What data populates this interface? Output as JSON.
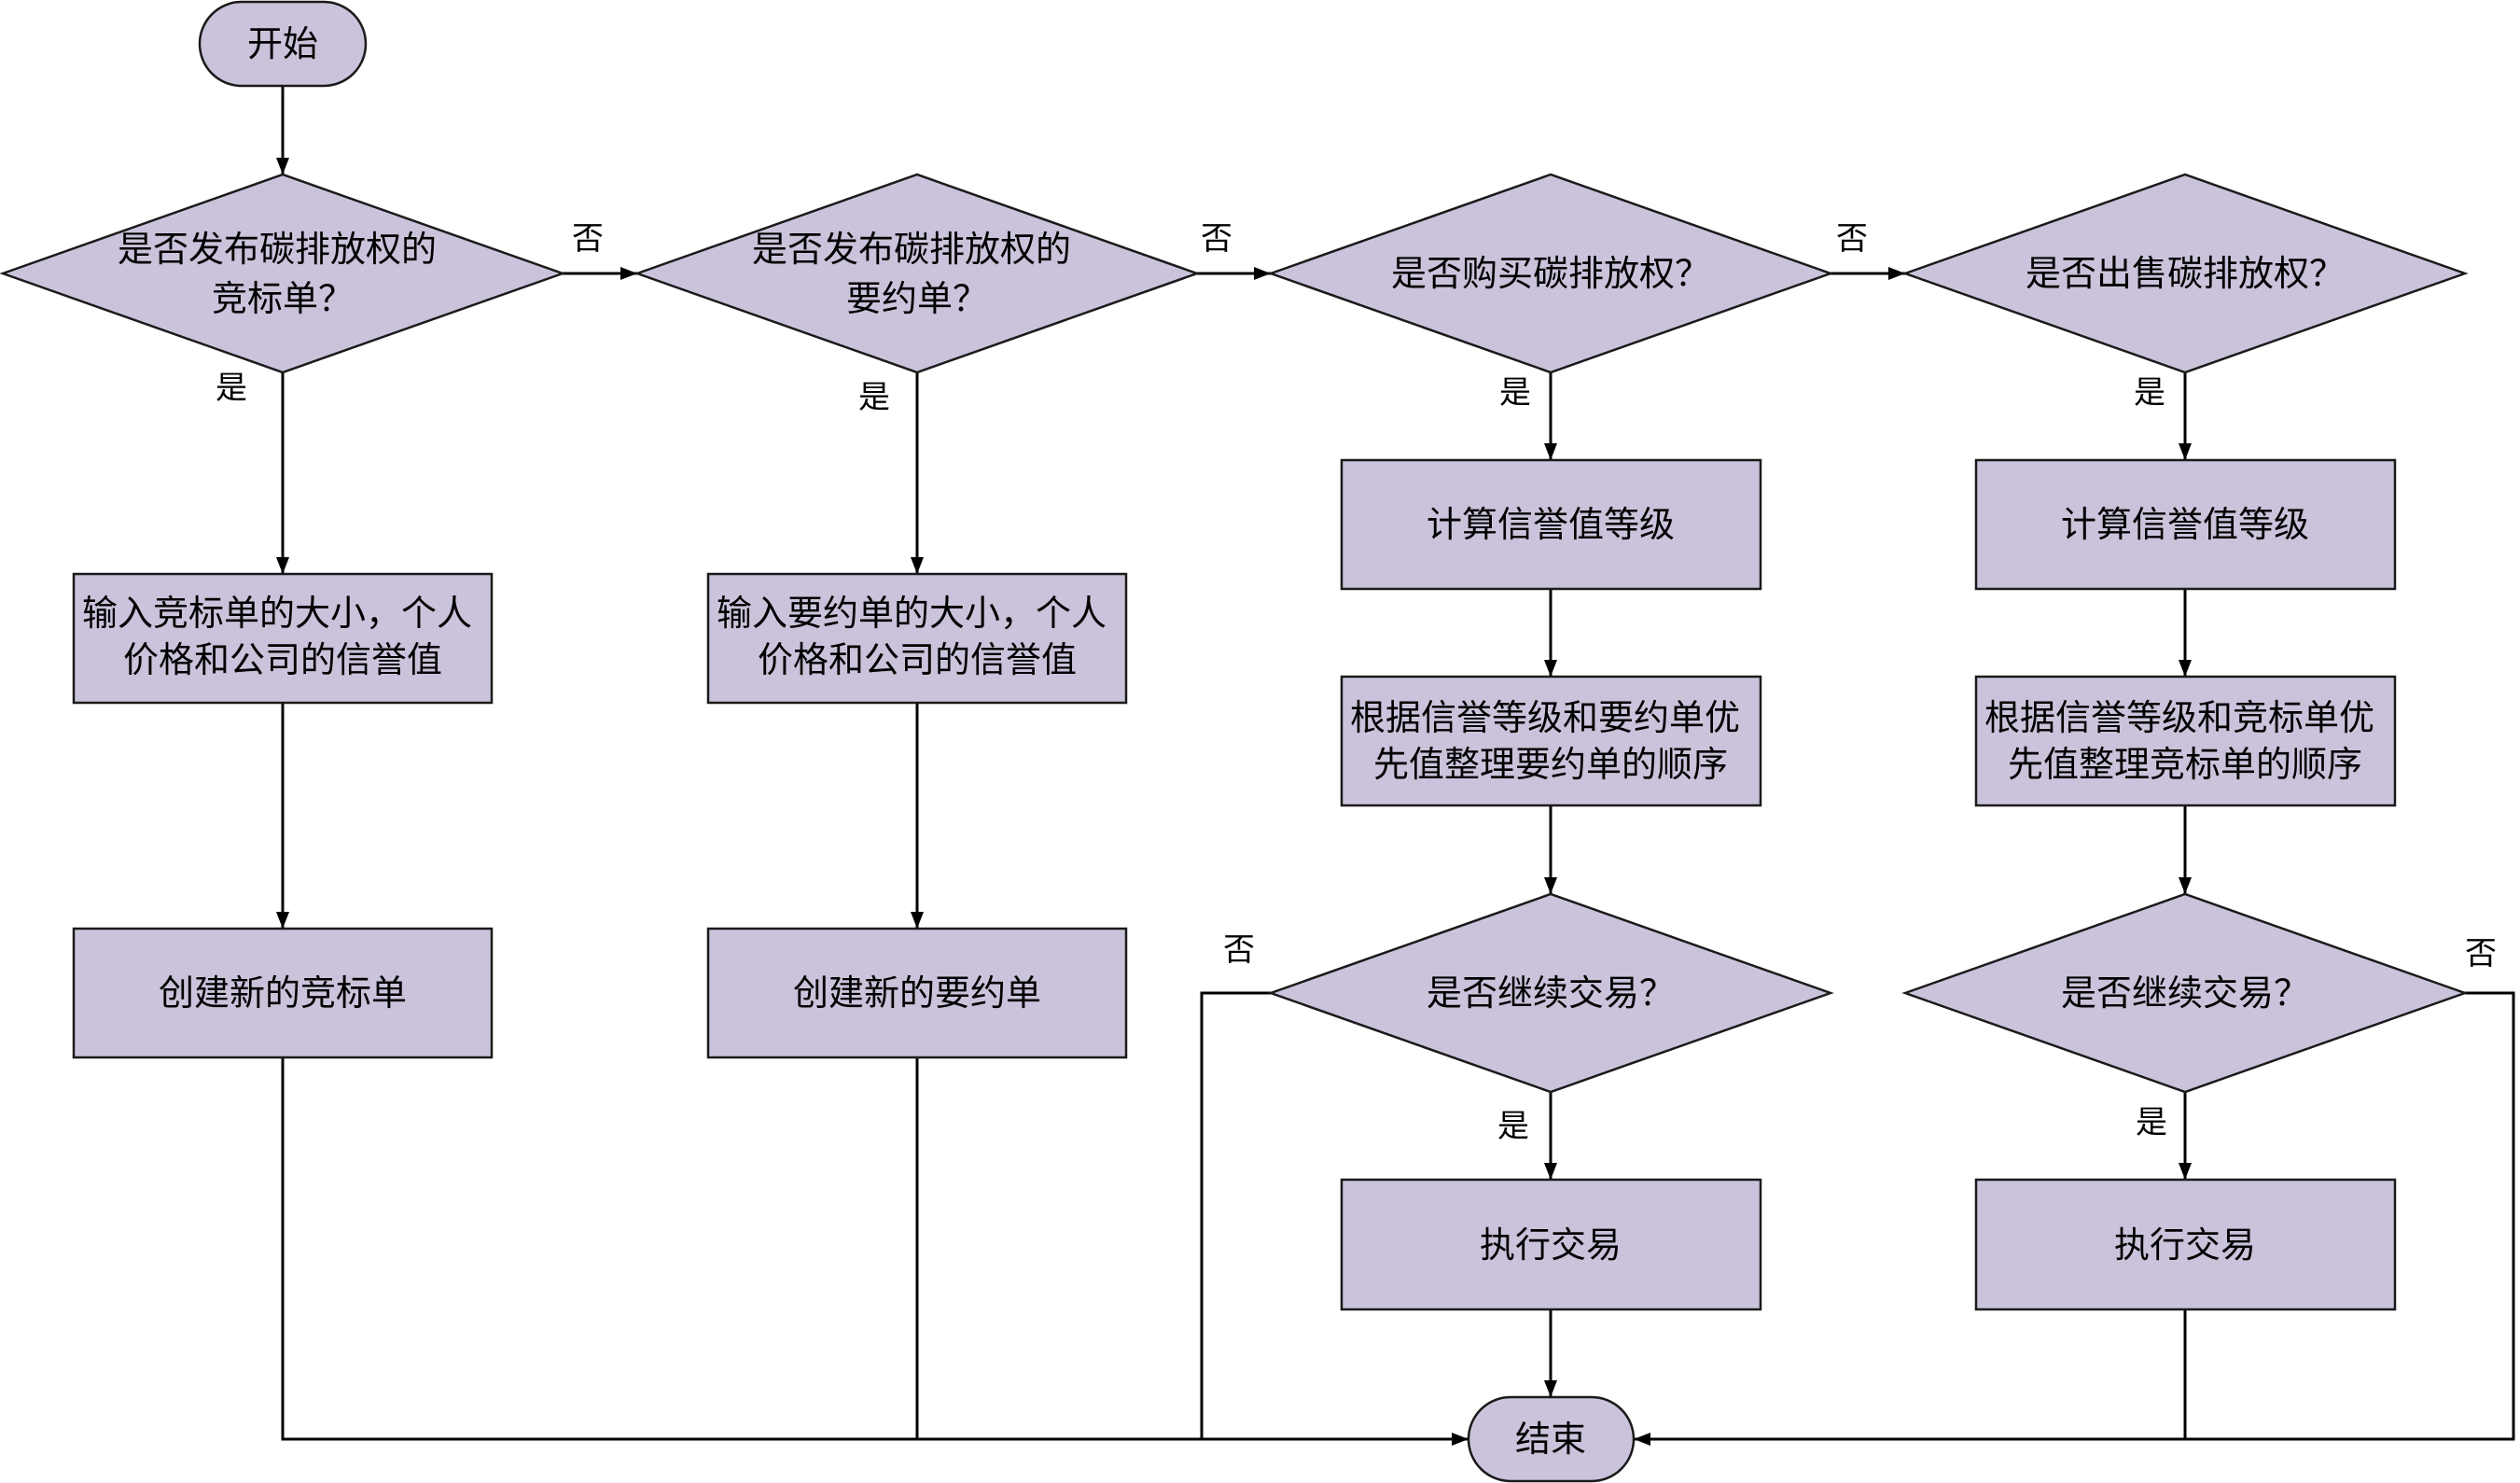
{
  "diagram": {
    "colors": {
      "node_fill": "#CBC3DB",
      "line": "#000000",
      "background": "#FFFFFF"
    },
    "nodes": {
      "start": {
        "type": "terminal",
        "label": "开始"
      },
      "q_publish_bid": {
        "type": "decision",
        "lines": [
          "是否发布碳排放权的",
          "竞标单？"
        ]
      },
      "q_publish_offer": {
        "type": "decision",
        "lines": [
          "是否发布碳排放权的",
          "要约单？"
        ]
      },
      "q_buy": {
        "type": "decision",
        "label": "是否购买碳排放权？"
      },
      "q_sell": {
        "type": "decision",
        "label": "是否出售碳排放权？"
      },
      "input_bid": {
        "type": "process",
        "lines": [
          "输入竞标单的大小，个人",
          "价格和公司的信誉值"
        ]
      },
      "create_bid": {
        "type": "process",
        "label": "创建新的竞标单"
      },
      "input_offer": {
        "type": "process",
        "lines": [
          "输入要约单的大小，个人",
          "价格和公司的信誉值"
        ]
      },
      "create_offer": {
        "type": "process",
        "label": "创建新的要约单"
      },
      "credit_buy": {
        "type": "process",
        "label": "计算信誉值等级"
      },
      "sort_offers": {
        "type": "process",
        "lines": [
          "根据信誉等级和要约单优",
          "先值整理要约单的顺序"
        ]
      },
      "continue_buy": {
        "type": "decision",
        "label": "是否继续交易？"
      },
      "execute_buy": {
        "type": "process",
        "label": "执行交易"
      },
      "credit_sell": {
        "type": "process",
        "label": "计算信誉值等级"
      },
      "sort_bids": {
        "type": "process",
        "lines": [
          "根据信誉等级和竞标单优",
          "先值整理竞标单的顺序"
        ]
      },
      "continue_sell": {
        "type": "decision",
        "label": "是否继续交易？"
      },
      "execute_sell": {
        "type": "process",
        "label": "执行交易"
      },
      "end": {
        "type": "terminal",
        "label": "结束"
      }
    },
    "edges": [
      {
        "from": "start",
        "to": "q_publish_bid"
      },
      {
        "from": "q_publish_bid",
        "to": "q_publish_offer",
        "label": "否"
      },
      {
        "from": "q_publish_bid",
        "to": "input_bid",
        "label": "是"
      },
      {
        "from": "input_bid",
        "to": "create_bid"
      },
      {
        "from": "create_bid",
        "to": "end"
      },
      {
        "from": "q_publish_offer",
        "to": "q_buy",
        "label": "否"
      },
      {
        "from": "q_publish_offer",
        "to": "input_offer",
        "label": "是"
      },
      {
        "from": "input_offer",
        "to": "create_offer"
      },
      {
        "from": "create_offer",
        "to": "end"
      },
      {
        "from": "q_buy",
        "to": "q_sell",
        "label": "否"
      },
      {
        "from": "q_buy",
        "to": "credit_buy",
        "label": "是"
      },
      {
        "from": "credit_buy",
        "to": "sort_offers"
      },
      {
        "from": "sort_offers",
        "to": "continue_buy"
      },
      {
        "from": "continue_buy",
        "to": "execute_buy",
        "label": "是"
      },
      {
        "from": "continue_buy",
        "to": "end",
        "label": "否"
      },
      {
        "from": "execute_buy",
        "to": "end"
      },
      {
        "from": "q_sell",
        "to": "credit_sell",
        "label": "是"
      },
      {
        "from": "credit_sell",
        "to": "sort_bids"
      },
      {
        "from": "sort_bids",
        "to": "continue_sell"
      },
      {
        "from": "continue_sell",
        "to": "execute_sell",
        "label": "是"
      },
      {
        "from": "continue_sell",
        "to": "end",
        "label": "否"
      },
      {
        "from": "execute_sell",
        "to": "end"
      }
    ]
  }
}
